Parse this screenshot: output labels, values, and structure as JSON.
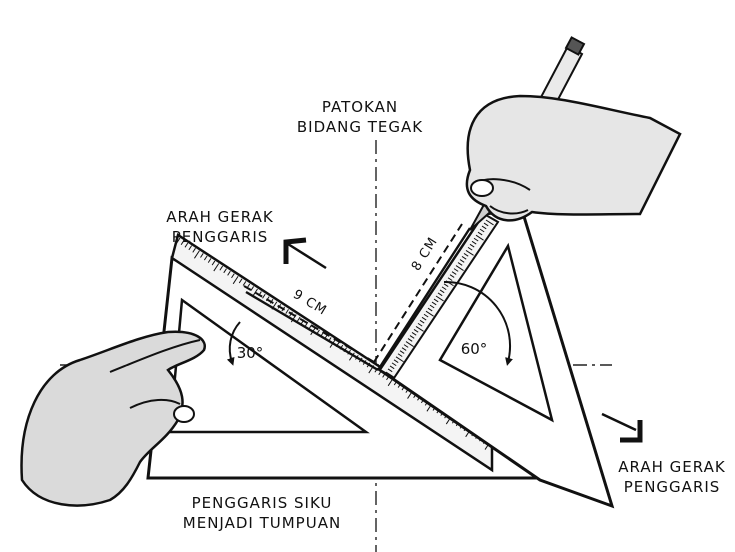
{
  "labels": {
    "vertical_ref_line1": "PATOKAN",
    "vertical_ref_line2": "BIDANG TEGAK",
    "move_left_line1": "ARAH GERAK",
    "move_left_line2": "PENGGARIS",
    "move_right_line1": "ARAH GERAK",
    "move_right_line2": "PENGGARIS",
    "base_line1": "PENGGARIS SIKU",
    "base_line2": "MENJADI TUMPUAN"
  },
  "measurements": {
    "left_length": "9 CM",
    "right_length": "8 CM"
  },
  "angles": {
    "left_angle": "30°",
    "right_angle": "60°"
  }
}
